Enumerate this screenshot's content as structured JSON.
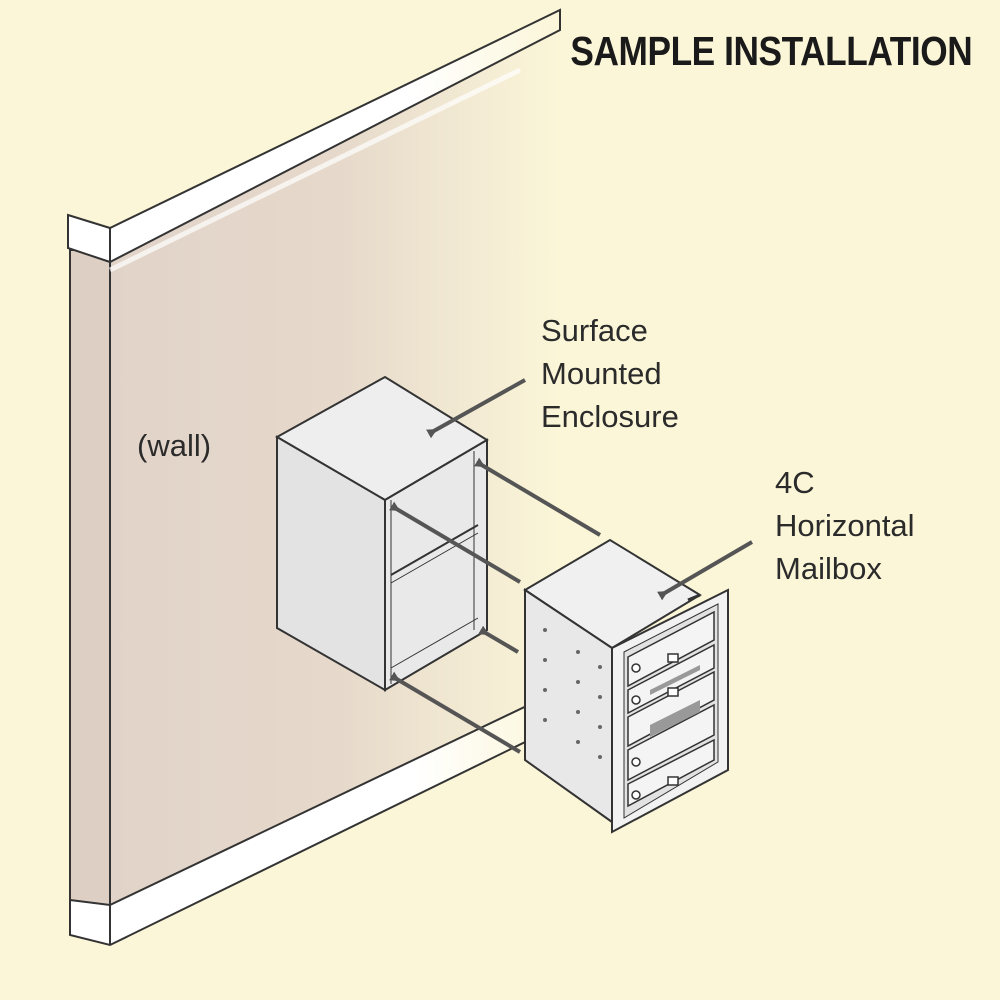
{
  "title": "SAMPLE INSTALLATION",
  "labels": {
    "wall": "(wall)",
    "enclosure": [
      "Surface",
      "Mounted",
      "Enclosure"
    ],
    "mailbox": [
      "4C",
      "Horizontal",
      "Mailbox"
    ]
  },
  "colors": {
    "background": "#fbf6d8",
    "wall": "#e0d2c8",
    "enclosure": "#e4e4e4",
    "arrow": "#555555",
    "outline": "#333333"
  }
}
